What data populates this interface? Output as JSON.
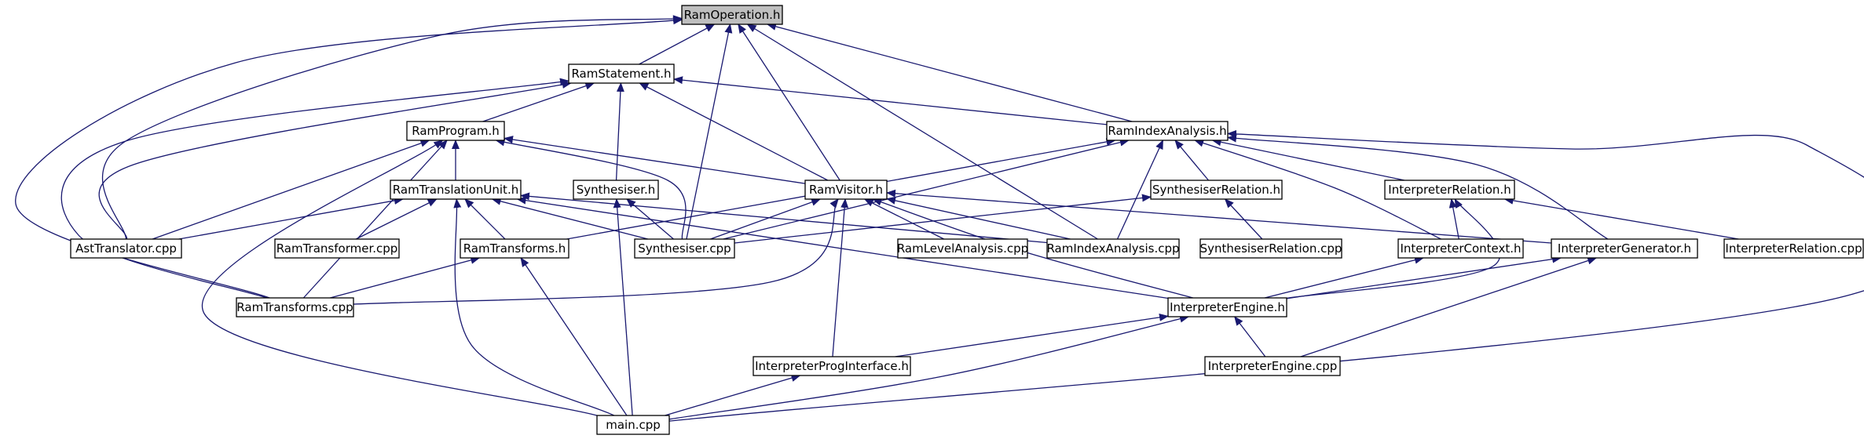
{
  "diagram": {
    "type": "include-dependency-graph",
    "colors": {
      "edge": "#191970",
      "root_fill": "#bfbfbf",
      "node_fill": "#ffffff",
      "border": "#000000"
    },
    "root": "ram_operation_h",
    "nodes": [
      {
        "id": "ram_operation_h",
        "label": "RamOperation.h"
      },
      {
        "id": "ram_statement_h",
        "label": "RamStatement.h"
      },
      {
        "id": "ram_program_h",
        "label": "RamProgram.h"
      },
      {
        "id": "ram_index_analysis_h",
        "label": "RamIndexAnalysis.h"
      },
      {
        "id": "ram_translation_unit_h",
        "label": "RamTranslationUnit.h"
      },
      {
        "id": "synthesiser_h",
        "label": "Synthesiser.h"
      },
      {
        "id": "ram_visitor_h",
        "label": "RamVisitor.h"
      },
      {
        "id": "synthesiser_relation_h",
        "label": "SynthesiserRelation.h"
      },
      {
        "id": "interpreter_relation_h",
        "label": "InterpreterRelation.h"
      },
      {
        "id": "ast_translator_cpp",
        "label": "AstTranslator.cpp"
      },
      {
        "id": "ram_transformer_cpp",
        "label": "RamTransformer.cpp"
      },
      {
        "id": "ram_transforms_h",
        "label": "RamTransforms.h"
      },
      {
        "id": "synthesiser_cpp",
        "label": "Synthesiser.cpp"
      },
      {
        "id": "ram_level_analysis_cpp",
        "label": "RamLevelAnalysis.cpp"
      },
      {
        "id": "ram_index_analysis_cpp",
        "label": "RamIndexAnalysis.cpp"
      },
      {
        "id": "synthesiser_relation_cpp",
        "label": "SynthesiserRelation.cpp"
      },
      {
        "id": "interpreter_context_h",
        "label": "InterpreterContext.h"
      },
      {
        "id": "interpreter_generator_h",
        "label": "InterpreterGenerator.h"
      },
      {
        "id": "interpreter_relation_cpp",
        "label": "InterpreterRelation.cpp"
      },
      {
        "id": "ram_transforms_cpp",
        "label": "RamTransforms.cpp"
      },
      {
        "id": "interpreter_engine_h",
        "label": "InterpreterEngine.h"
      },
      {
        "id": "interpreter_prog_interface_h",
        "label": "InterpreterProgInterface.h"
      },
      {
        "id": "interpreter_engine_cpp",
        "label": "InterpreterEngine.cpp"
      },
      {
        "id": "main_cpp",
        "label": "main.cpp"
      }
    ],
    "edges": [
      {
        "from": "ram_statement_h",
        "to": "ram_operation_h"
      },
      {
        "from": "synthesiser_cpp",
        "to": "ram_operation_h"
      },
      {
        "from": "ram_visitor_h",
        "to": "ram_operation_h"
      },
      {
        "from": "ram_index_analysis_cpp",
        "to": "ram_operation_h"
      },
      {
        "from": "ast_translator_cpp",
        "to": "ram_operation_h"
      },
      {
        "from": "ram_transforms_cpp",
        "to": "ram_operation_h"
      },
      {
        "from": "ram_index_analysis_h",
        "to": "ram_operation_h"
      },
      {
        "from": "ram_program_h",
        "to": "ram_statement_h"
      },
      {
        "from": "synthesiser_h",
        "to": "ram_statement_h"
      },
      {
        "from": "ram_visitor_h",
        "to": "ram_statement_h"
      },
      {
        "from": "ram_index_analysis_h",
        "to": "ram_statement_h"
      },
      {
        "from": "ast_translator_cpp",
        "to": "ram_statement_h"
      },
      {
        "from": "ram_transforms_cpp",
        "to": "ram_statement_h"
      },
      {
        "from": "ram_translation_unit_h",
        "to": "ram_program_h"
      },
      {
        "from": "ram_visitor_h",
        "to": "ram_program_h"
      },
      {
        "from": "synthesiser_cpp",
        "to": "ram_program_h"
      },
      {
        "from": "ast_translator_cpp",
        "to": "ram_program_h"
      },
      {
        "from": "ram_transforms_cpp",
        "to": "ram_program_h"
      },
      {
        "from": "main_cpp",
        "to": "ram_program_h"
      },
      {
        "from": "ast_translator_cpp",
        "to": "ram_translation_unit_h"
      },
      {
        "from": "ram_transformer_cpp",
        "to": "ram_translation_unit_h"
      },
      {
        "from": "ram_transforms_h",
        "to": "ram_translation_unit_h"
      },
      {
        "from": "synthesiser_cpp",
        "to": "ram_translation_unit_h"
      },
      {
        "from": "ram_index_analysis_cpp",
        "to": "ram_translation_unit_h"
      },
      {
        "from": "interpreter_engine_h",
        "to": "ram_translation_unit_h"
      },
      {
        "from": "main_cpp",
        "to": "ram_translation_unit_h"
      },
      {
        "from": "synthesiser_cpp",
        "to": "ram_visitor_h"
      },
      {
        "from": "ram_level_analysis_cpp",
        "to": "ram_visitor_h"
      },
      {
        "from": "ram_index_analysis_cpp",
        "to": "ram_visitor_h"
      },
      {
        "from": "interpreter_engine_h",
        "to": "ram_visitor_h"
      },
      {
        "from": "interpreter_generator_h",
        "to": "ram_visitor_h"
      },
      {
        "from": "interpreter_prog_interface_h",
        "to": "ram_visitor_h"
      },
      {
        "from": "ram_transforms_cpp",
        "to": "ram_visitor_h"
      },
      {
        "from": "synthesiser_cpp",
        "to": "synthesiser_h"
      },
      {
        "from": "main_cpp",
        "to": "synthesiser_h"
      },
      {
        "from": "synthesiser_relation_h",
        "to": "ram_index_analysis_h"
      },
      {
        "from": "interpreter_relation_h",
        "to": "ram_index_analysis_h"
      },
      {
        "from": "interpreter_context_h",
        "to": "ram_index_analysis_h"
      },
      {
        "from": "interpreter_generator_h",
        "to": "ram_index_analysis_h"
      },
      {
        "from": "ram_index_analysis_cpp",
        "to": "ram_index_analysis_h"
      },
      {
        "from": "synthesiser_cpp",
        "to": "ram_index_analysis_h"
      },
      {
        "from": "ram_transforms_h",
        "to": "ram_index_analysis_h"
      },
      {
        "from": "main_cpp",
        "to": "ram_index_analysis_h"
      },
      {
        "from": "synthesiser_cpp",
        "to": "synthesiser_relation_h"
      },
      {
        "from": "synthesiser_relation_cpp",
        "to": "synthesiser_relation_h"
      },
      {
        "from": "interpreter_context_h",
        "to": "interpreter_relation_h"
      },
      {
        "from": "interpreter_engine_h",
        "to": "interpreter_relation_h"
      },
      {
        "from": "interpreter_relation_cpp",
        "to": "interpreter_relation_h"
      },
      {
        "from": "ram_transforms_cpp",
        "to": "ram_transforms_h"
      },
      {
        "from": "main_cpp",
        "to": "ram_transforms_h"
      },
      {
        "from": "interpreter_engine_h",
        "to": "interpreter_context_h"
      },
      {
        "from": "interpreter_engine_h",
        "to": "interpreter_generator_h"
      },
      {
        "from": "interpreter_engine_cpp",
        "to": "interpreter_generator_h"
      },
      {
        "from": "interpreter_prog_interface_h",
        "to": "interpreter_engine_h"
      },
      {
        "from": "interpreter_engine_cpp",
        "to": "interpreter_engine_h"
      },
      {
        "from": "main_cpp",
        "to": "interpreter_engine_h"
      },
      {
        "from": "main_cpp",
        "to": "interpreter_prog_interface_h"
      }
    ]
  }
}
